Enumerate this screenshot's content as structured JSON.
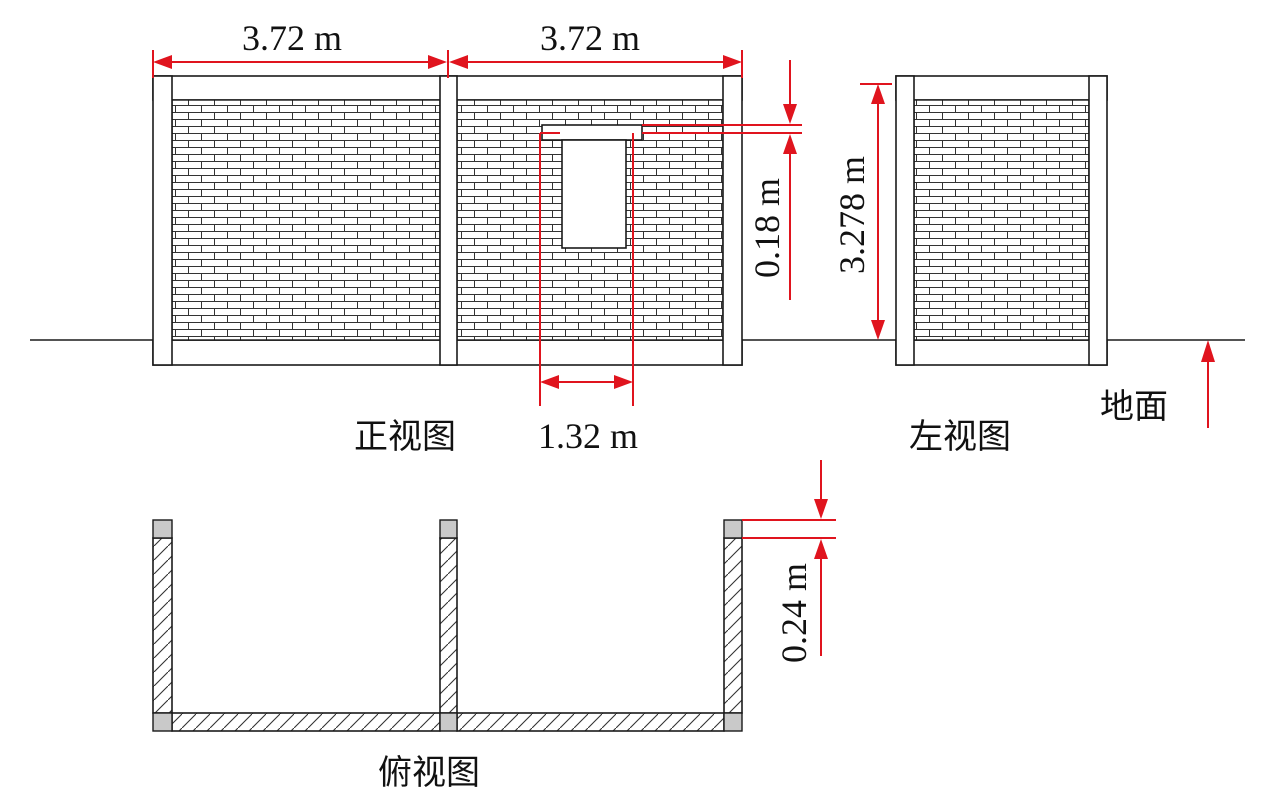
{
  "labels": {
    "front_width_left": "3.72 m",
    "front_width_right": "3.72 m",
    "lintel_height": "0.18 m",
    "wall_height": "3.278 m",
    "window_width": "1.32 m",
    "column_size": "0.24 m",
    "ground": "地面",
    "front_view": "正视图",
    "left_view": "左视图",
    "top_view": "俯视图"
  },
  "colors": {
    "dimension": "#e0141e",
    "line": "#1a1a1a",
    "column_section": "#c9c9c9"
  }
}
